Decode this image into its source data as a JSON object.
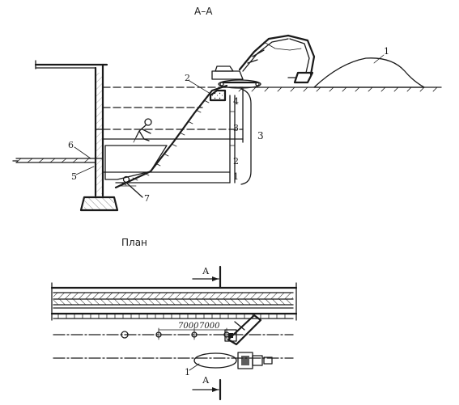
{
  "section": {
    "title": "А–А",
    "callouts": {
      "spoil_pile": "1",
      "bench_upper": "2",
      "tier_4": "4",
      "tier_3": "3",
      "tier_2": "2",
      "tier_1": "1",
      "total_depth": "3",
      "wall": "6",
      "anchor": "5",
      "drain": "7"
    }
  },
  "plan": {
    "title": "План",
    "cut_label_top": "А",
    "cut_label_bottom": "А",
    "dim_1": "7000",
    "dim_2": "7000",
    "spoil_callout": "1"
  },
  "colors": {
    "ink": "#1a1a1a",
    "paper": "#ffffff"
  }
}
